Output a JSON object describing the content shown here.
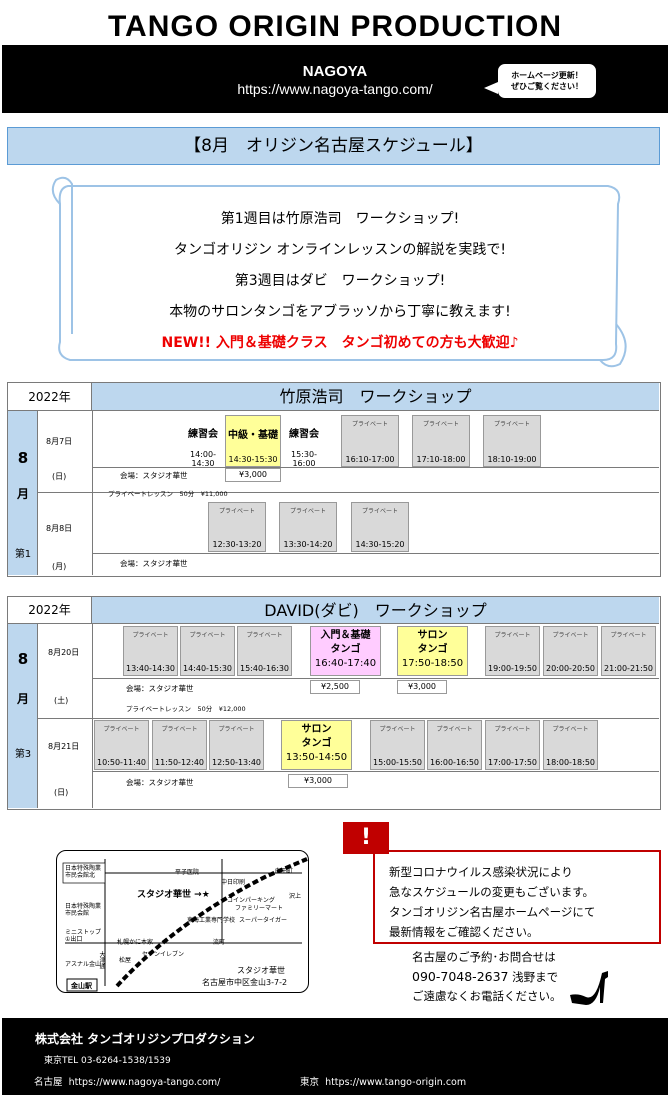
{
  "header": {
    "title": "TANGO ORIGIN PRODUCTION",
    "city": "NAGOYA",
    "url": "https://www.nagoya-tango.com/",
    "bubble_line1": "ホームページ更新！",
    "bubble_line2": "ぜひご覧ください！"
  },
  "schedule_title": "【8月　オリジン名古屋スケジュール】",
  "intro": {
    "l1": "第1週目は竹原浩司　ワークショップ!",
    "l2": "タンゴオリジン オンラインレッスンの解説を実践で!",
    "l3": "第3週目はダビ　ワークショップ!",
    "l4": "本物のサロンタンゴをアブラッソから丁寧に教えます!",
    "l5": "NEW!! 入門＆基礎クラス　タンゴ初めての方も大歓迎♪"
  },
  "t1": {
    "year": "2022年",
    "title": "竹原浩司　ワークショップ",
    "month": "8",
    "month2": "月",
    "week": "第1",
    "d1": {
      "date": "8月7日",
      "dow": "(日)",
      "venue": "会場：スタジオ華世",
      "private": "プライベートレッスン　50分　¥11,000",
      "price": "¥3,000"
    },
    "d2": {
      "date": "8月8日",
      "dow": "(月)",
      "venue": "会場：スタジオ華世"
    },
    "c1": {
      "l1": "練習会",
      "l2": "14:00-",
      "l3": "14:30"
    },
    "c2": {
      "l1": "中級・基礎",
      "l2": "14:30-15:30"
    },
    "c3": {
      "l1": "練習会",
      "l2": "15:30-",
      "l3": "16:00"
    },
    "p1": [
      "16:10-17:00",
      "17:10-18:00",
      "18:10-19:00"
    ],
    "p2": [
      "12:30-13:20",
      "13:30-14:20",
      "14:30-15:20"
    ],
    "plabel": "プライベート"
  },
  "t2": {
    "year": "2022年",
    "title": "DAVID(ダビ)　ワークショップ",
    "month": "8",
    "month2": "月",
    "week": "第3",
    "d1": {
      "date": "8月20日",
      "dow": "(土)",
      "venue": "会場：スタジオ華世",
      "private": "プライベートレッスン　50分　¥12,000",
      "price_a": "¥2,500",
      "price_b": "¥3,000"
    },
    "d2": {
      "date": "8月21日",
      "dow": "(日)",
      "venue": "会場：スタジオ華世",
      "price": "¥3,000"
    },
    "p1a": [
      "13:40-14:30",
      "14:40-15:30",
      "15:40-16:30"
    ],
    "ca": {
      "l1": "入門＆基礎",
      "l2": "タンゴ",
      "l3": "16:40-17:40"
    },
    "cb": {
      "l1": "サロン",
      "l2": "タンゴ",
      "l3": "17:50-18:50"
    },
    "p1b": [
      "19:00-19:50",
      "20:00-20:50",
      "21:00-21:50"
    ],
    "p2a": [
      "10:50-11:40",
      "11:50-12:40",
      "12:50-13:40"
    ],
    "cc": {
      "l1": "サロン",
      "l2": "タンゴ",
      "l3": "13:50-14:50"
    },
    "p2b": [
      "15:00-15:50",
      "16:00-16:50",
      "17:00-17:50",
      "18:00-18:50"
    ],
    "plabel": "プライベート"
  },
  "map": {
    "studio": "スタジオ華世",
    "addr1": "スタジオ華世",
    "addr2": "名古屋市中区金山3-7-2",
    "station": "金山駅",
    "l1": "日本特殊陶業",
    "l2": "市民会館北",
    "l3": "日本特殊陶業",
    "l4": "市民会館",
    "l5": "ミニストップ",
    "l6": "①出口",
    "l7": "アスナル金山",
    "l8": "平子医院",
    "l9": "中日印刷",
    "l10": "コインパーキング",
    "l11": "ファミリーマート",
    "l12": "東海工業専門学校",
    "l13": "スーパータイガー",
    "l14": "札幌かに本家",
    "l15": "松屋",
    "l16": "セブンイレブン",
    "l17": "向田町",
    "l18": "沢上",
    "l19": "流町",
    "l20": "大津通"
  },
  "notice": {
    "l1": "新型コロナウイルス感染状況により",
    "l2": "急なスケジュールの変更もございます。",
    "l3": "タンゴオリジン名古屋ホームページにて",
    "l4": "最新情報をご確認ください。",
    "mark": "!"
  },
  "contact": {
    "l1": "名古屋のご予約･お問合せは",
    "l2": "090-7048-2637",
    "l3": "浅野まで",
    "l4": "ご遠慮なくお電話ください。"
  },
  "footer": {
    "company": "株式会社 タンゴオリジンプロダクション",
    "tel": "東京TEL 03-6264-1538/1539",
    "nagoya_label": "名古屋",
    "nagoya_url": "https://www.nagoya-tango.com/",
    "tokyo_label": "東京",
    "tokyo_url": "https://www.tango-origin.com"
  },
  "colors": {
    "blue": "#bdd7ee",
    "yellow": "#ffff99",
    "pink": "#ffccff",
    "gray": "#d9d9d9",
    "red": "#c00000"
  }
}
